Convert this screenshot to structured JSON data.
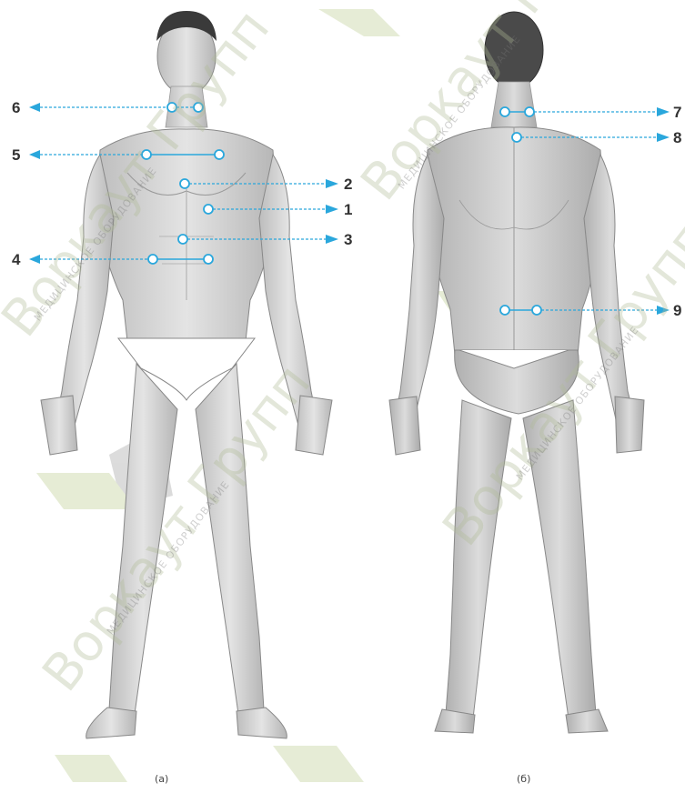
{
  "point_labels": {
    "p1": "1",
    "p2": "2",
    "p3": "3",
    "p4": "4",
    "p5": "5",
    "p6": "6",
    "p7": "7",
    "p8": "8",
    "p9": "9"
  },
  "captions": {
    "front": "(а)",
    "back": "(б)"
  },
  "watermark": {
    "brand": "Воркаут Групп",
    "tagline": "МЕДИЦИНСКОЕ ОБОРУДОВАНИЕ"
  },
  "colors": {
    "marker": "#2aa7dc",
    "arrow": "#2aa7dc",
    "figure": "#c9c9c9",
    "label": "#333333",
    "watermark_green": "#b8c98a"
  }
}
